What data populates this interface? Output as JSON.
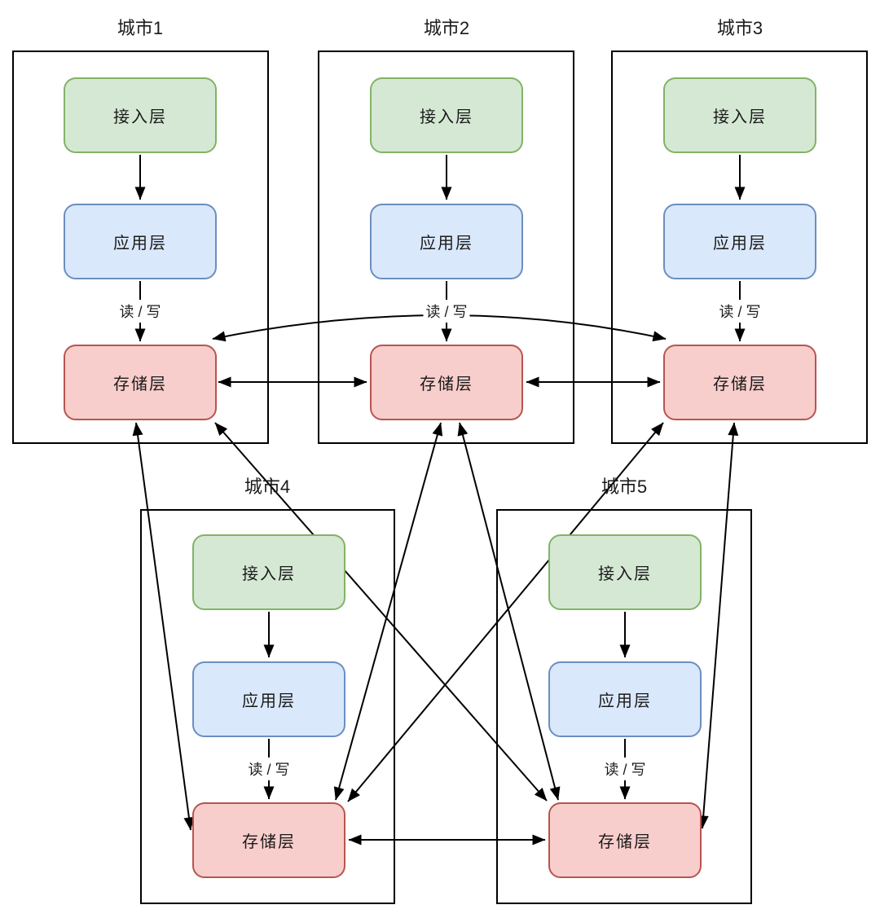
{
  "cities": [
    {
      "title": "城市1"
    },
    {
      "title": "城市2"
    },
    {
      "title": "城市3"
    },
    {
      "title": "城市4"
    },
    {
      "title": "城市5"
    }
  ],
  "layers": {
    "access": "接入层",
    "app": "应用层",
    "storage": "存储层"
  },
  "edge_label": "读 / 写",
  "colors": {
    "access_fill": "#d5e8d4",
    "access_border": "#82b366",
    "app_fill": "#dae8fc",
    "app_border": "#6c8ebf",
    "storage_fill": "#f8cecc",
    "storage_border": "#b85450",
    "line": "#000000",
    "background": "#ffffff",
    "text": "#1a1a1a"
  },
  "connections": {
    "within_each_city": [
      {
        "from": "接入层",
        "to": "应用层",
        "arrow": "one-way-down",
        "label": ""
      },
      {
        "from": "应用层",
        "to": "存储层",
        "arrow": "one-way-down",
        "label": "读 / 写"
      }
    ],
    "storage_layer_mesh_bidirectional": [
      {
        "from": "城市1",
        "to": "城市2",
        "shape": "straight"
      },
      {
        "from": "城市2",
        "to": "城市3",
        "shape": "straight"
      },
      {
        "from": "城市1",
        "to": "城市3",
        "shape": "arc-over-城市2"
      },
      {
        "from": "城市4",
        "to": "城市5",
        "shape": "straight"
      },
      {
        "from": "城市1",
        "to": "城市4",
        "shape": "straight"
      },
      {
        "from": "城市1",
        "to": "城市5",
        "shape": "straight"
      },
      {
        "from": "城市2",
        "to": "城市4",
        "shape": "straight"
      },
      {
        "from": "城市2",
        "to": "城市5",
        "shape": "straight"
      },
      {
        "from": "城市3",
        "to": "城市4",
        "shape": "straight"
      },
      {
        "from": "城市3",
        "to": "城市5",
        "shape": "straight"
      }
    ]
  }
}
